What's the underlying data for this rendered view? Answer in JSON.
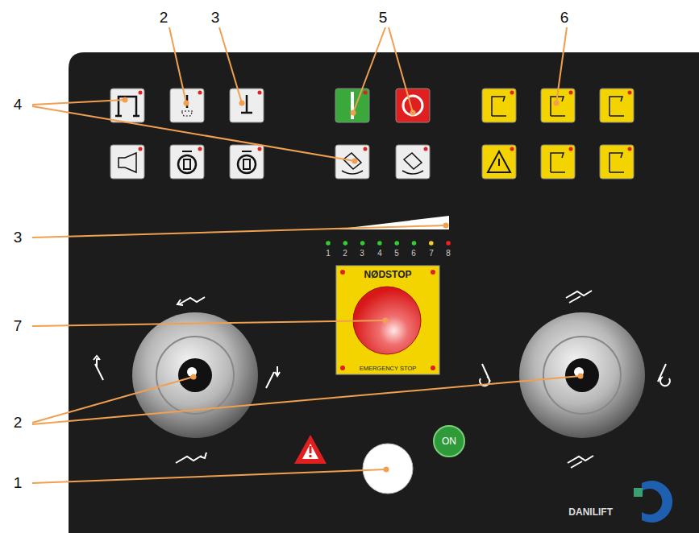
{
  "diagram": {
    "nodes": [
      {
        "text": [
          "NØDSTOP",
          "EMERGENCY STOP"
        ]
      },
      {
        "text": [
          "ON"
        ]
      }
    ],
    "labels": [
      "2",
      "3",
      "5",
      "6",
      "4",
      "3",
      "7",
      "2",
      "1",
      "1",
      "2",
      "3",
      "4",
      "5",
      "6",
      "7",
      "8",
      "DANILIFT"
    ]
  }
}
